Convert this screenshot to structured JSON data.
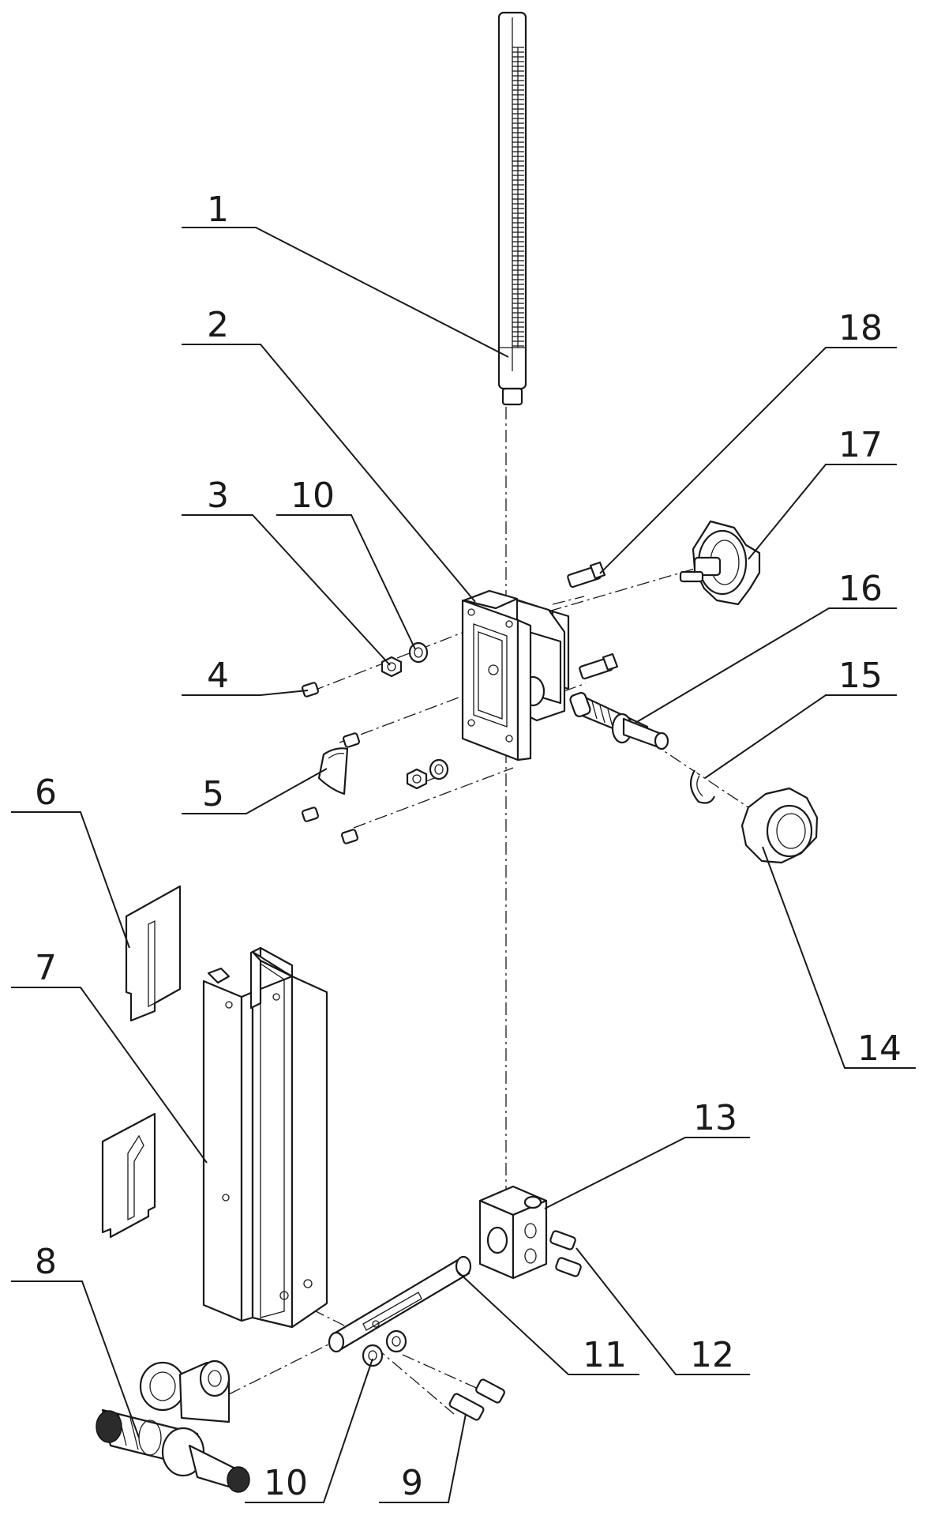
{
  "callouts": [
    "1",
    "2",
    "3",
    "10",
    "4",
    "5",
    "6",
    "7",
    "8",
    "10",
    "9",
    "11",
    "12",
    "13",
    "14",
    "15",
    "16",
    "17",
    "18"
  ]
}
